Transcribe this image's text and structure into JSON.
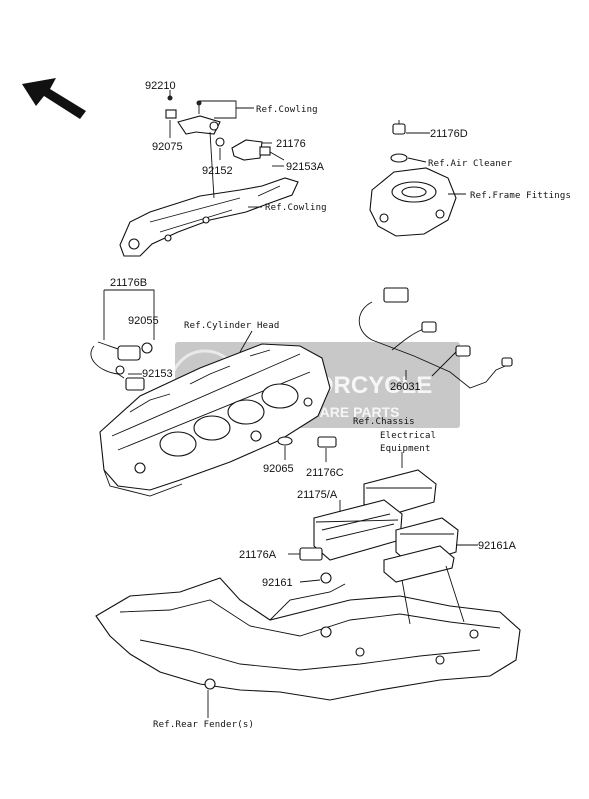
{
  "labels": {
    "p92210": "92210",
    "p92075": "92075",
    "p92152": "92152",
    "p21176": "21176",
    "p92153A": "92153A",
    "p21176D": "21176D",
    "p21176B": "21176B",
    "p92055": "92055",
    "p92153": "92153",
    "p26031": "26031",
    "p92065": "92065",
    "p21176C": "21176C",
    "p21175A": "21175/A",
    "p21176A": "21176A",
    "p92161A": "92161A",
    "p92161": "92161"
  },
  "refs": {
    "cowling_top": "Ref.Cowling",
    "cowling_mid": "Ref.Cowling",
    "air_cleaner": "Ref.Air Cleaner",
    "frame_fittings": "Ref.Frame Fittings",
    "cylinder_head": "Ref.Cylinder Head",
    "chassis_1": "Ref.Chassis",
    "chassis_2": "Electrical",
    "chassis_3": "Equipment",
    "rear_fender": "Ref.Rear Fender(s)"
  },
  "watermark": {
    "line1": "MOTORCYCLE",
    "line2": "SPARE PARTS"
  },
  "icons": {
    "direction": "front-direction-arrow-icon"
  }
}
